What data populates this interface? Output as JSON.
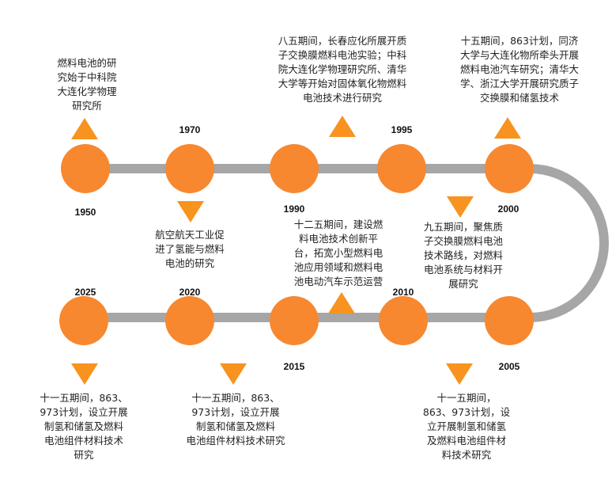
{
  "colors": {
    "node": "#F7882F",
    "track": "#A6A6A6",
    "triangle": "#F7931E"
  },
  "timeline": {
    "top_row": [
      {
        "year": "1950",
        "note": "燃料电池的研\n究始于中科院\n大连化学物理\n研究所"
      },
      {
        "year": "1970",
        "note": "航空航天工业促\n进了氢能与燃料\n电池的研究"
      },
      {
        "year": "1990",
        "note": "八五期间，长春应化所展开质\n子交换膜燃料电池实验；中科\n院大连化学物理研究所、清华\n大学等开始对固体氧化物燃料\n电池技术进行研究"
      },
      {
        "year": "1995",
        "note": "九五期间，聚焦质\n子交换膜燃料电池\n技术路线，对燃料\n电池系统与材料开\n展研究"
      },
      {
        "year": "2000",
        "note": "十五期间，863计划，同济\n大学与大连化物所牵头开展\n燃料电池汽车研究；清华大\n学、浙江大学开展研究质子\n交换膜和储氢技术"
      }
    ],
    "bottom_row": [
      {
        "year": "2005",
        "note": "十一五期间，\n863、973计划，设\n立开展制氢和储氢\n及燃料电池组件材\n料技术研究"
      },
      {
        "year": "2010",
        "note": "十二五期间，建设燃\n料电池技术创新平\n台，拓宽小型燃料电\n池应用领域和燃料电\n池电动汽车示范运营"
      },
      {
        "year": "2015",
        "note": "十一五期间，863、\n973计划，设立开展\n制氢和储氢及燃料\n电池组件材料技术研究"
      },
      {
        "year": "2020",
        "note": ""
      },
      {
        "year": "2025",
        "note": "十一五期间，863、\n973计划，设立开展\n制氢和储氢及燃料\n电池组件材料技术\n研究"
      }
    ]
  }
}
